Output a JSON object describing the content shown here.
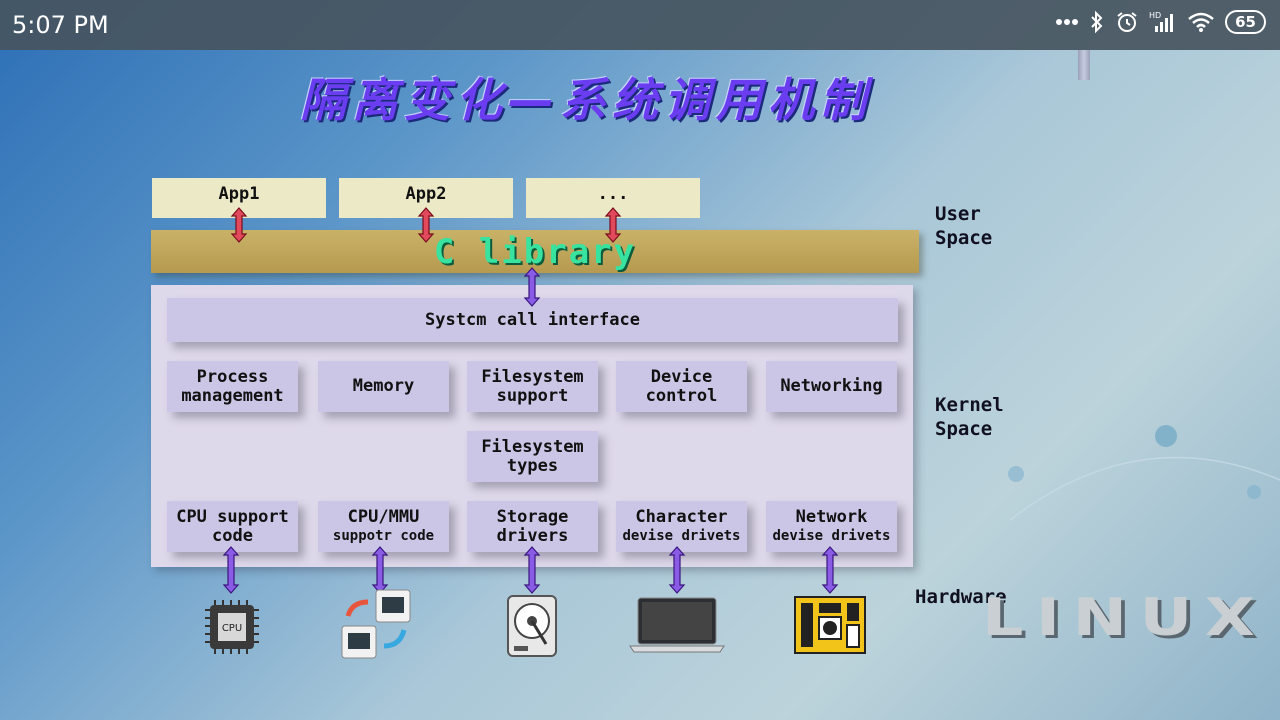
{
  "status_bar": {
    "time": "5:07 PM",
    "battery": "65"
  },
  "slide": {
    "title": "隔离变化—系统调用机制",
    "apps": [
      "App1",
      "App2",
      "..."
    ],
    "c_library": "C library",
    "syscall_interface": "Systcm call interface",
    "modules": {
      "process": [
        "Process",
        "management"
      ],
      "memory": [
        "Memory"
      ],
      "fs_support": [
        "Filesystem",
        "support"
      ],
      "device": [
        "Device",
        "control"
      ],
      "networking": [
        "Networking"
      ],
      "fs_types": [
        "Filesystem",
        "types"
      ]
    },
    "drivers": {
      "cpu": [
        "CPU support",
        "code"
      ],
      "mmu": [
        "CPU/MMU",
        "suppotr code"
      ],
      "storage": [
        "Storage",
        "drivers"
      ],
      "character": [
        "Character",
        "devise drivets"
      ],
      "network": [
        "Network",
        "devise drivets"
      ]
    },
    "labels": {
      "user_space": [
        "User",
        "Space"
      ],
      "kernel_space": [
        "Kernel",
        "Space"
      ],
      "hardware": "Hardware"
    },
    "cpu_chip_text": "CPU",
    "watermark": "LINUX",
    "colors": {
      "title": "#6a3df0",
      "clib_text": "#37e39e",
      "app_arrow": "#c8102e",
      "kernel_arrow": "#6b2bd6"
    }
  }
}
